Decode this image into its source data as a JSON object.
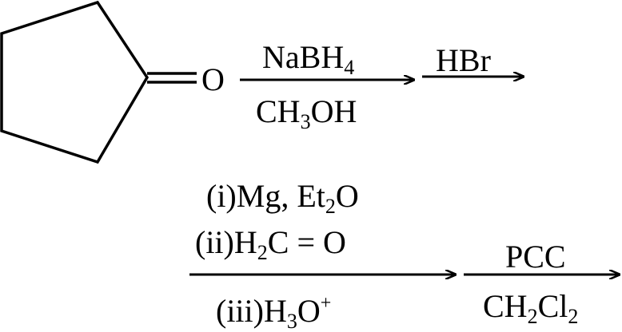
{
  "reactant": {
    "name": "cyclopentanone",
    "oxygen_label": "O"
  },
  "steps": [
    {
      "above": {
        "main": "NaBH",
        "sub": "4"
      },
      "below": {
        "a": "CH",
        "sub": "3",
        "b": "OH"
      }
    },
    {
      "above": "HBr"
    },
    {
      "reagents": [
        {
          "a": "(i)Mg, Et",
          "sub": "2",
          "b": "O"
        },
        {
          "a": "(ii)H",
          "sub": "2",
          "b": "C = O"
        },
        {
          "a": "(iii)H",
          "sub": "3",
          "b": "O",
          "sup": "+"
        }
      ]
    },
    {
      "above": "PCC",
      "below": {
        "a": "CH",
        "sub1": "2",
        "b": "Cl",
        "sub2": "2"
      }
    }
  ]
}
